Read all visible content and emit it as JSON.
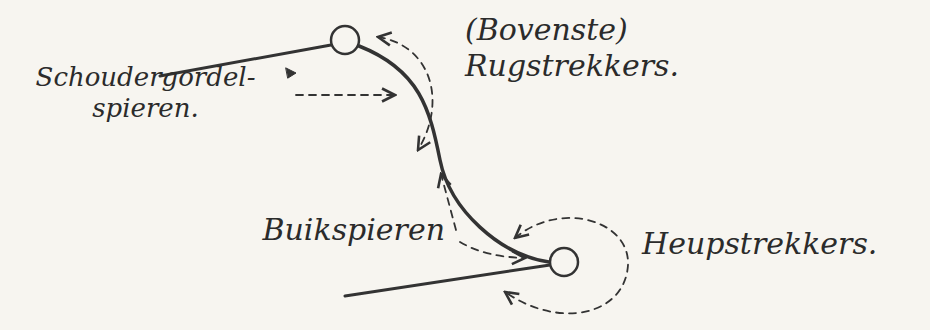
{
  "diagram": {
    "labels": [
      "(Bovenste) Rugstrekkers.",
      "Schoudergordel- spieren.",
      "Buikspieren",
      "Heupstrekkers."
    ]
  }
}
